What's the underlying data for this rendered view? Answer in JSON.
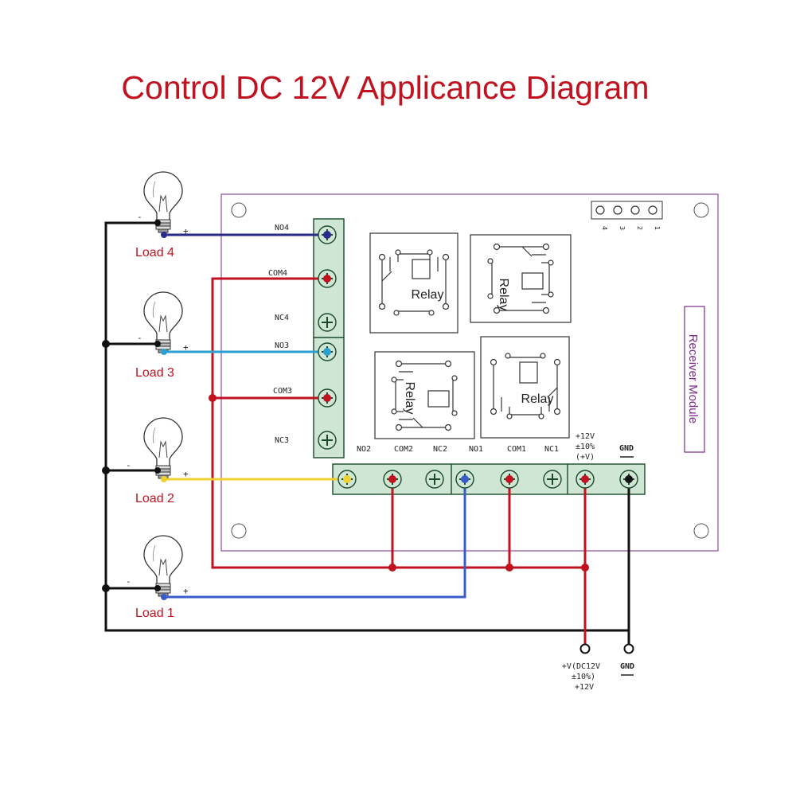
{
  "title": "Control DC 12V Applicance Diagram",
  "loads": [
    {
      "label": "Load 4"
    },
    {
      "label": "Load 3"
    },
    {
      "label": "Load 2"
    },
    {
      "label": "Load 1"
    }
  ],
  "load_signs": {
    "minus": "-",
    "plus": "+"
  },
  "vertical_terminals": [
    "NO4",
    "COM4",
    "NC4",
    "NO3",
    "COM3",
    "NC3"
  ],
  "horizontal_terminals": [
    "NO2",
    "COM2",
    "NC2",
    "NO1",
    "COM1",
    "NC1"
  ],
  "power_label": {
    "line1": "+12V",
    "line2": "±10%",
    "line3": "(+V)"
  },
  "gnd_label": "GND",
  "relay_label": "Relay",
  "module_label": "Receiver Module",
  "header_pins": [
    "4",
    "3",
    "2",
    "1"
  ],
  "supply_label": {
    "line1": "+V(DC12V",
    "line2": "±10%)",
    "line3": "+12V"
  },
  "supply_gnd_label": "GND",
  "colors": {
    "title": "#c0121f",
    "wire_red": "#c0121f",
    "wire_black": "#111111",
    "wire_navy": "#2a2a8a",
    "wire_cyan": "#2a9fd0",
    "wire_yellow": "#f0d030",
    "wire_blue": "#3a5cc8",
    "terminal_block": "#cfe6d4",
    "module_border": "#7a2a88"
  }
}
